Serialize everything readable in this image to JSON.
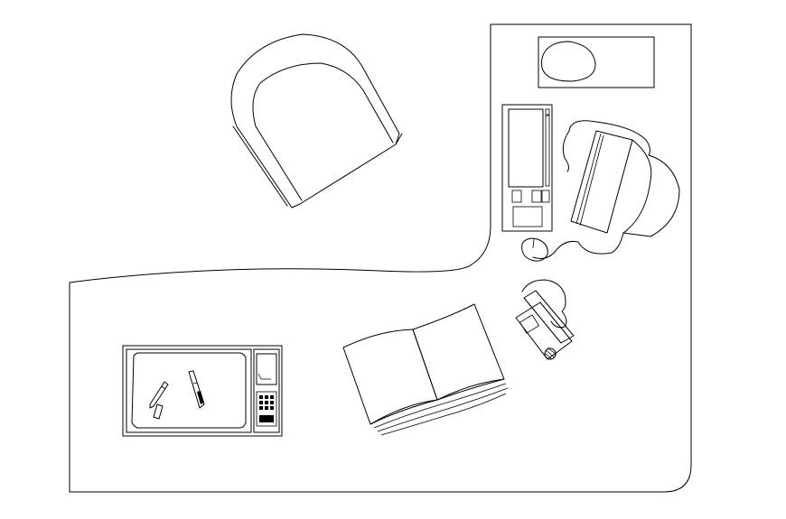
{
  "drawing": {
    "type": "office desk layout (plan view, line drawing)",
    "background": "#ffffff",
    "line_color": "#000000"
  },
  "items": [
    {
      "name": "l-shaped-desk"
    },
    {
      "name": "armchair"
    },
    {
      "name": "desk-lamp-base"
    },
    {
      "name": "computer-tower"
    },
    {
      "name": "monitor"
    },
    {
      "name": "mouse"
    },
    {
      "name": "telephone"
    },
    {
      "name": "open-book"
    },
    {
      "name": "desk-organizer-tray"
    },
    {
      "name": "pen"
    },
    {
      "name": "pen-cap"
    },
    {
      "name": "fountain-pen"
    }
  ]
}
